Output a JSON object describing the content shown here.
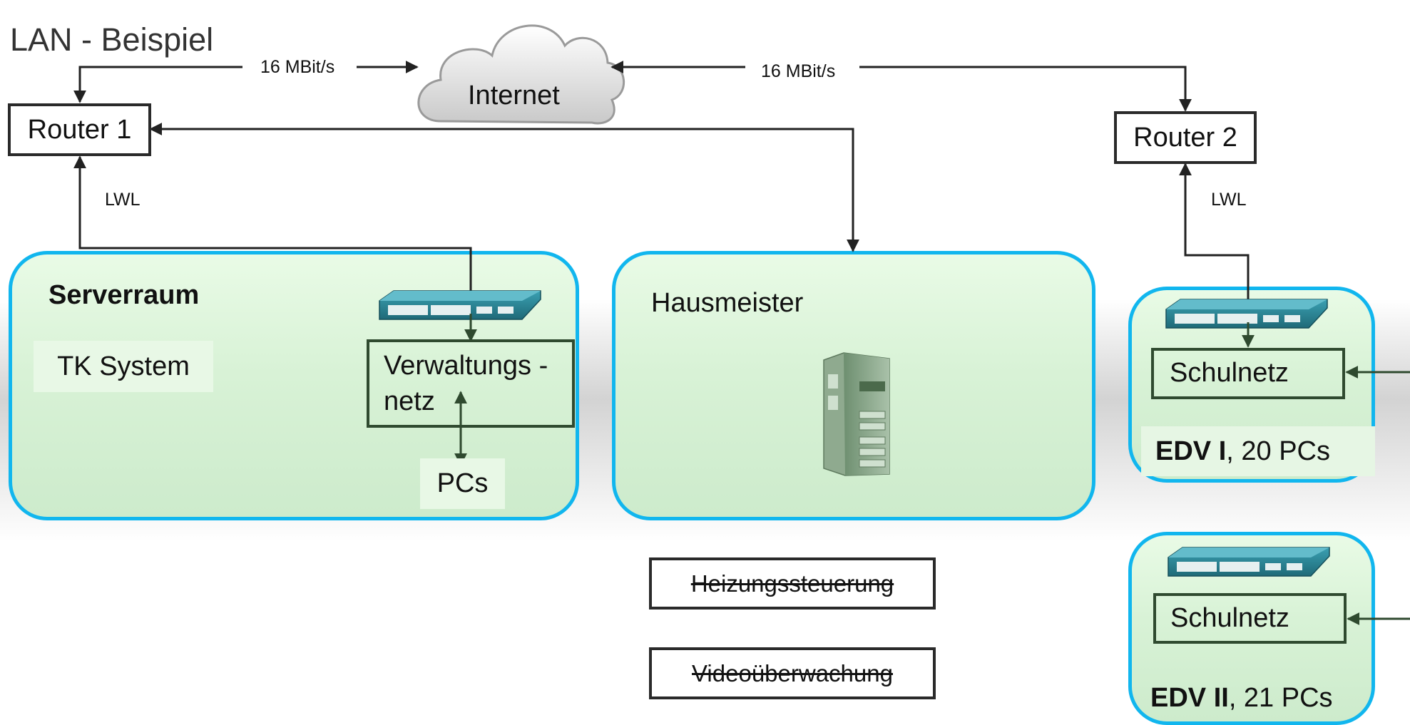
{
  "title": "LAN - Beispiel",
  "internet": {
    "label": "Internet"
  },
  "links": {
    "router1_internet": "16 MBit/s",
    "internet_router2": "16 MBit/s",
    "router1_lwl": "LWL",
    "router2_lwl": "LWL"
  },
  "router1": {
    "label": "Router 1"
  },
  "router2": {
    "label": "Router 2"
  },
  "serverraum": {
    "title": "Serverraum",
    "tk_system": "TK System",
    "verwaltung_line1": "Verwaltungs -",
    "verwaltung_line2": "netz",
    "pcs": "PCs"
  },
  "hausmeister": {
    "title": "Hausmeister"
  },
  "edv1": {
    "net": "Schulnetz",
    "name": "EDV I",
    "count": ", 20  PCs"
  },
  "edv2": {
    "net": "Schulnetz",
    "name": "EDV II",
    "count": ", 21 PCs"
  },
  "crossed_out": {
    "heizung": "Heizungssteuerung",
    "video": "Videoüberwachung"
  },
  "colors": {
    "room_border": "#11b6ee",
    "room_fill": "#d8f2d6",
    "switch": "#2b7f8f",
    "line": "#222222"
  },
  "icons": [
    "cloud-icon",
    "network-switch-icon",
    "server-tower-icon",
    "arrow-icon"
  ]
}
